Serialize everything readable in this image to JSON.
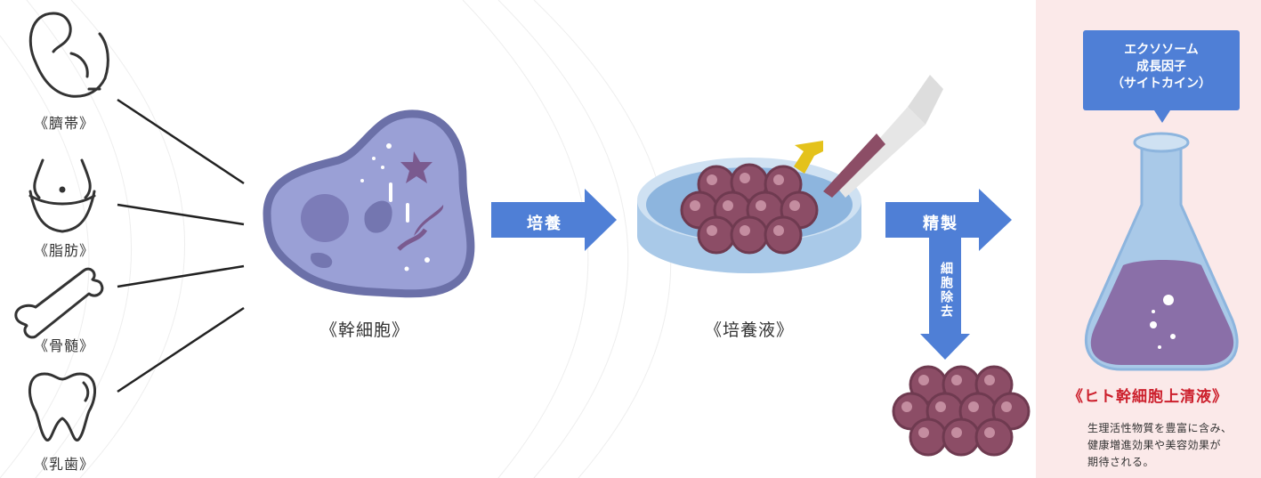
{
  "sources": [
    {
      "id": "umbilical",
      "label": "《臍帯》",
      "icon": "fetus-icon"
    },
    {
      "id": "fat",
      "label": "《脂肪》",
      "icon": "abdomen-icon"
    },
    {
      "id": "marrow",
      "label": "《骨髄》",
      "icon": "bone-icon"
    },
    {
      "id": "tooth",
      "label": "《乳歯》",
      "icon": "tooth-icon"
    }
  ],
  "stem_cell": {
    "label": "《幹細胞》",
    "icon": "stem-cell-icon"
  },
  "step_culture": {
    "label": "培養"
  },
  "culture_medium": {
    "label": "《培養液》",
    "icon": "petri-dish-icon"
  },
  "step_purify": {
    "label": "精製"
  },
  "step_remove": {
    "label": "細胞除去"
  },
  "callout": {
    "line1": "エクソソーム",
    "line2": "成長因子",
    "line3": "（サイトカイン）"
  },
  "result": {
    "title": "《ヒト幹細胞上清液》",
    "desc1": "生理活性物質を豊富に含み、",
    "desc2": "健康増進効果や美容効果が",
    "desc3": "期待される。"
  },
  "colors": {
    "arrow": "#4f7fd6",
    "panel": "#fbe9e9",
    "title_red": "#cc1f2c",
    "cell_body": "#9aa0d6",
    "cell_border": "#6b70a8",
    "cluster": "#8c4d66",
    "dish": "#a9c9e8",
    "liquid": "#8a6fa8"
  }
}
